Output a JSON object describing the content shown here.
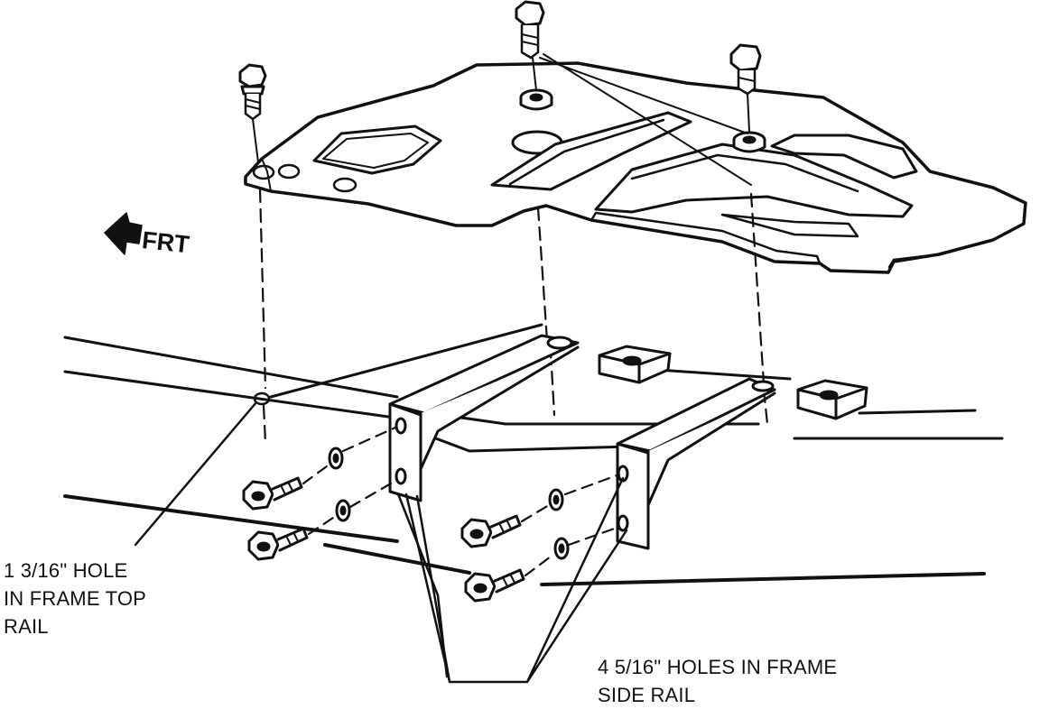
{
  "direction_label": "FRT",
  "callout_hole_top": {
    "lines": [
      "1 3/16\" HOLE",
      "IN FRAME TOP",
      "RAIL"
    ]
  },
  "callout_holes_side": {
    "lines": [
      "4 5/16\" HOLES IN FRAME",
      "SIDE RAIL"
    ]
  },
  "colors": {
    "ink": "#111111",
    "paper": "#ffffff"
  },
  "icons": [
    "front-direction-arrow-icon",
    "bolt-icon",
    "washer-icon",
    "clip-nut-icon"
  ]
}
